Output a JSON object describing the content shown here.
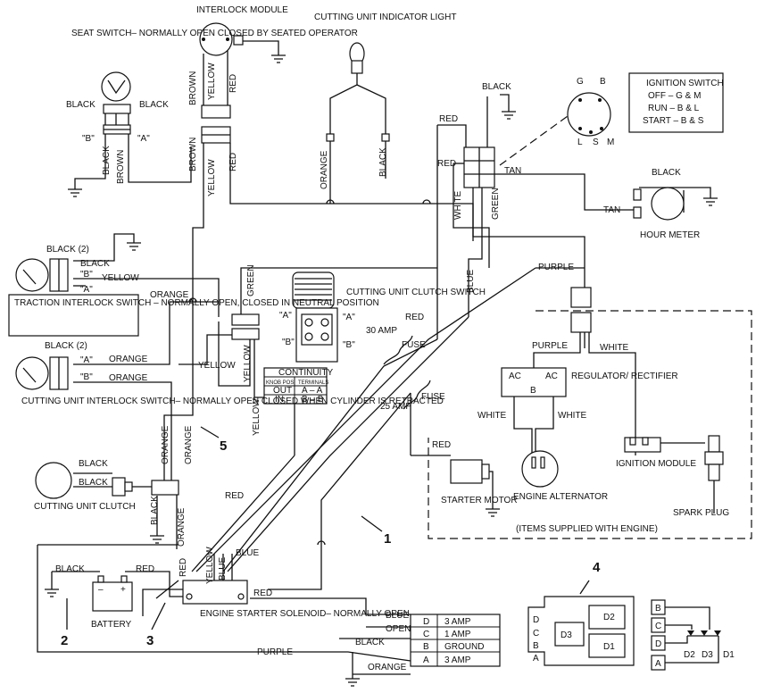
{
  "components": {
    "interlock_module": "INTERLOCK MODULE",
    "indicator_light": "CUTTING UNIT INDICATOR LIGHT",
    "seat_switch": "SEAT SWITCH– NORMALLY OPEN CLOSED BY SEATED OPERATOR",
    "ignition_switch_title": "IGNITION SWITCH",
    "ignition_switch_off": "OFF – G & M",
    "ignition_switch_run": "RUN – B & L",
    "ignition_switch_start": "START – B & S",
    "hour_meter": "HOUR METER",
    "traction_switch": "TRACTION INTERLOCK SWITCH – NORMALLY OPEN, CLOSED IN NEUTRAL POSITION",
    "clutch_switch": "CUTTING UNIT CLUTCH SWITCH",
    "cutting_interlock": "CUTTING UNIT INTERLOCK SWITCH– NORMALLY OPEN CLOSED WHEN CYLINDER IS RETRACTED",
    "cutting_clutch": "CUTTING UNIT CLUTCH",
    "regulator": "REGULATOR/ RECTIFIER",
    "alternator": "ENGINE ALTERNATOR",
    "starter_motor": "STARTER MOTOR",
    "ignition_module": "IGNITION MODULE",
    "spark_plug": "SPARK PLUG",
    "battery": "BATTERY",
    "solenoid": "ENGINE STARTER SOLENOID– NORMALLY OPEN",
    "engine_items": "(ITEMS SUPPLIED WITH ENGINE)"
  },
  "continuity": {
    "title": "CONTINUITY",
    "col1": "KNOB POS.",
    "col2": "TERMINALS",
    "rows": [
      [
        "OUT",
        "A – A"
      ],
      [
        "IN",
        "B – B"
      ]
    ]
  },
  "fuses": [
    "30 AMP",
    "FUSE",
    "25 AMP",
    "FUSE"
  ],
  "fuse_block": {
    "rows": [
      {
        "wire": "BLUE",
        "letter": "D",
        "rating": "3 AMP"
      },
      {
        "wire": "OPEN",
        "letter": "C",
        "rating": "1 AMP"
      },
      {
        "wire": "BLACK",
        "letter": "B",
        "rating": "GROUND"
      },
      {
        "wire": "ORANGE",
        "letter": "A",
        "rating": "3 AMP"
      }
    ]
  },
  "diode_block": [
    "D3",
    "D2",
    "D1"
  ],
  "diode_letters": [
    "D",
    "C",
    "B",
    "A"
  ],
  "diode_box": {
    "letters": [
      "B",
      "C",
      "D",
      "A"
    ],
    "diodes": [
      "D2",
      "D3",
      "D1"
    ]
  },
  "callouts": [
    "1",
    "2",
    "3",
    "4",
    "5"
  ],
  "terminals": {
    "a": "\"A\"",
    "b": "\"B\"",
    "g": "G",
    "bb": "B",
    "l": "L",
    "s": "S",
    "m": "M",
    "ac": "AC",
    "neg": "–",
    "pos": "+",
    "two": "(2)"
  },
  "wires": {
    "black": "BLACK",
    "brown": "BROWN",
    "yellow": "YELLOW",
    "red": "RED",
    "orange": "ORANGE",
    "green": "GREEN",
    "blue": "BLUE",
    "white": "WHITE",
    "tan": "TAN",
    "purple": "PURPLE",
    "black2": "BLACK (2)"
  }
}
